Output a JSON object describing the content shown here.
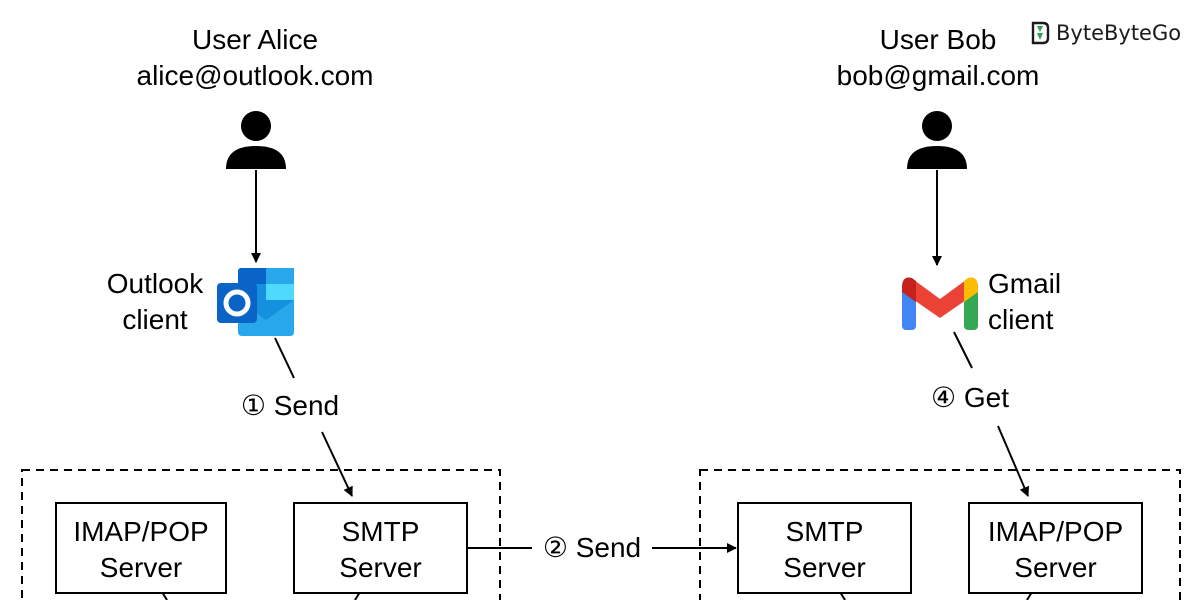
{
  "brand": {
    "name": "ByteByteGo",
    "logo_icon": "bytebytego-logo-icon"
  },
  "alice": {
    "title": "User Alice",
    "email": "alice@outlook.com"
  },
  "bob": {
    "title": "User Bob",
    "email": "bob@gmail.com"
  },
  "clients": {
    "outlook": {
      "line1": "Outlook",
      "line2": "client"
    },
    "gmail": {
      "line1": "Gmail",
      "line2": "client"
    }
  },
  "steps": {
    "step1": {
      "marker": "①",
      "label": "Send"
    },
    "step2": {
      "marker": "②",
      "label": "Send"
    },
    "step4": {
      "marker": "④",
      "label": "Get"
    }
  },
  "servers": {
    "outlook_imap": {
      "line1": "IMAP/POP",
      "line2": "Server"
    },
    "outlook_smtp": {
      "line1": "SMTP",
      "line2": "Server"
    },
    "gmail_smtp": {
      "line1": "SMTP",
      "line2": "Server"
    },
    "gmail_imap": {
      "line1": "IMAP/POP",
      "line2": "Server"
    }
  },
  "colors": {
    "outlook_blue": "#0a64c8",
    "gmail_red": "#ea4335",
    "gmail_blue": "#4285f4",
    "gmail_green": "#34a853",
    "gmail_yellow": "#fbbc04",
    "logo_green": "#2f9e57"
  }
}
